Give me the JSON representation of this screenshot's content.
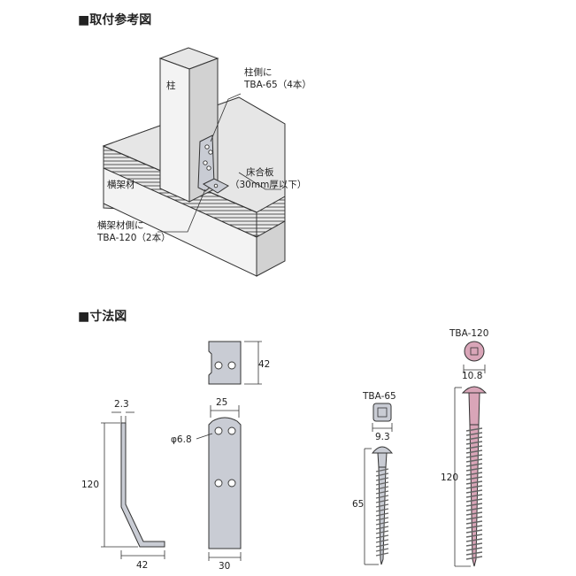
{
  "sections": {
    "install": {
      "title": "■取付参考図"
    },
    "dimensions": {
      "title": "■寸法図"
    }
  },
  "install_labels": {
    "pillar": "柱",
    "beam": "横架材",
    "pillar_side_line1": "柱側に",
    "pillar_side_line2": "TBA-65（4本）",
    "floor_line1": "床合板",
    "floor_line2": "（30mm厚以下）",
    "beam_side_line1": "横架材側に",
    "beam_side_line2": "TBA-120（2本）"
  },
  "bracket_dims": {
    "thickness": "2.3",
    "height": "120",
    "base_length": "42",
    "top_width": "25",
    "hole_dia": "φ6.8",
    "bottom_width": "30",
    "base_plate_depth": "42"
  },
  "screws": {
    "small": {
      "name": "TBA-65",
      "head": "9.3",
      "length": "65",
      "color": "#c0c4cc"
    },
    "large": {
      "name": "TBA-120",
      "head": "10.8",
      "length": "120",
      "color": "#d9a5b8"
    }
  }
}
